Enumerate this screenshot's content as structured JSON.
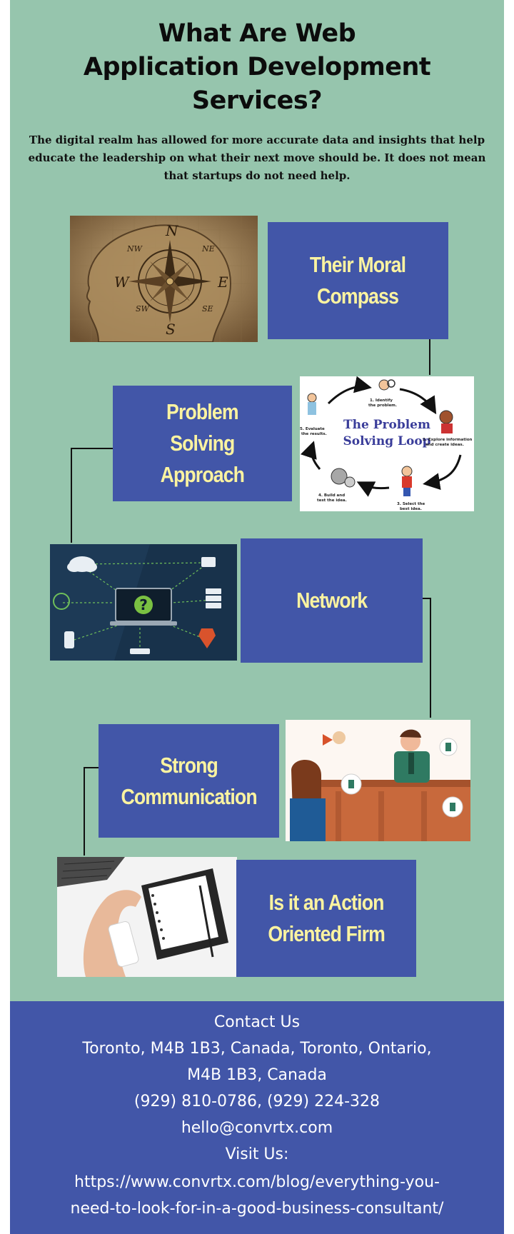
{
  "title": {
    "line1": "What Are Web",
    "line2": "Application Development",
    "line3": "Services?"
  },
  "intro": "The digital realm has allowed for more accurate data and insights that help educate the leadership on what their next move should be. It does not mean that startups do not need help.",
  "sections": [
    {
      "line1": "Their Moral",
      "line2": "Compass"
    },
    {
      "line1": "Problem",
      "line2": "Solving",
      "line3": "Approach"
    },
    {
      "line1": "Network"
    },
    {
      "line1": "Strong",
      "line2": "Communication"
    },
    {
      "line1": "Is it an Action",
      "line2": "Oriented Firm"
    }
  ],
  "images": {
    "compass": {
      "n": "N",
      "ne": "NE",
      "nw": "NW",
      "w": "W",
      "e": "E",
      "sw": "SW",
      "se": "SE",
      "s": "S"
    },
    "loop": {
      "title1": "The Problem",
      "title2": "Solving Loop",
      "step1a": "1. Identify",
      "step1b": "the problem.",
      "step2a": "2. Explore information",
      "step2b": "and create ideas.",
      "step3a": "3. Select the",
      "step3b": "best idea.",
      "step4a": "4. Build and",
      "step4b": "test the idea.",
      "step5a": "5. Evaluate",
      "step5b": "the results."
    },
    "network": {
      "question": "?"
    }
  },
  "footer": {
    "contact": "Contact Us",
    "address1": "Toronto, M4B 1B3, Canada, Toronto, Ontario,",
    "address2": "M4B 1B3, Canada",
    "phones": "(929) 810-0786, (929) 224-328",
    "email": "hello@convrtx.com",
    "visit": "Visit Us:",
    "url1": "https://www.convrtx.com/blog/everything-you-",
    "url2": "need-to-look-for-in-a-good-business-consultant/"
  },
  "colors": {
    "background": "#96c5ad",
    "box": "#4256a8",
    "box_text": "#fbf3a0",
    "footer": "#4256a8"
  }
}
